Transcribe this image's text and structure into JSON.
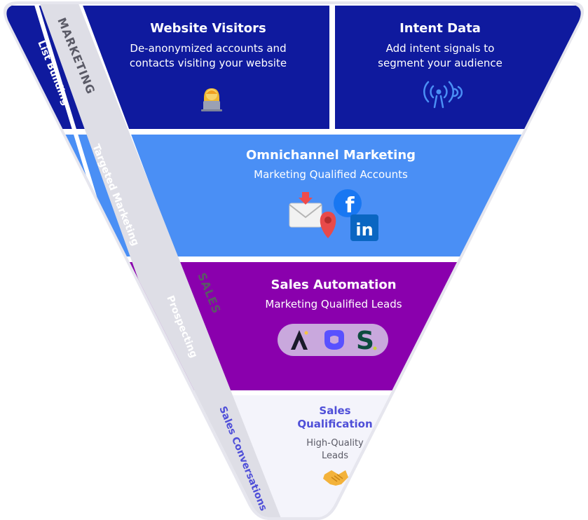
{
  "bands": {
    "marketing": "MARKETING",
    "sales": "SALES"
  },
  "side_labels": {
    "list_building": "List Building",
    "targeted_marketing": "Targeted Marketing",
    "prospecting": "Prospecting",
    "sales_conversations": "Sales Conversations"
  },
  "stages": {
    "website_visitors": {
      "title": "Website Visitors",
      "line1": "De-anonymized accounts and",
      "line2": "contacts visiting your website"
    },
    "intent_data": {
      "title": "Intent Data",
      "line1": "Add intent signals to",
      "line2": "segment your audience"
    },
    "omnichannel": {
      "title": "Omnichannel Marketing",
      "subtitle": "Marketing Qualified Accounts"
    },
    "sales_automation": {
      "title": "Sales Automation",
      "subtitle": "Marketing Qualified Leads"
    },
    "sales_qualification": {
      "title1": "Sales",
      "title2": "Qualification",
      "line1": "High-Quality",
      "line2": "Leads"
    }
  },
  "logo_text": {
    "facebook": "f",
    "linkedin": "in",
    "s_logo": "S"
  },
  "icons": [
    "person-laptop-icon",
    "broadcast-signal-icon",
    "email-icon",
    "map-pin-icon",
    "facebook-icon",
    "linkedin-icon",
    "apollo-logo-icon",
    "outreach-logo-icon",
    "salesloft-logo-icon",
    "handshake-icon"
  ],
  "colors": {
    "navy": "#0f1a9e",
    "blue": "#4a8ff5",
    "purple": "#8a00ad",
    "light": "#f4f4fb",
    "band": "#dedee6",
    "qual_text": "#4f4fd8"
  }
}
